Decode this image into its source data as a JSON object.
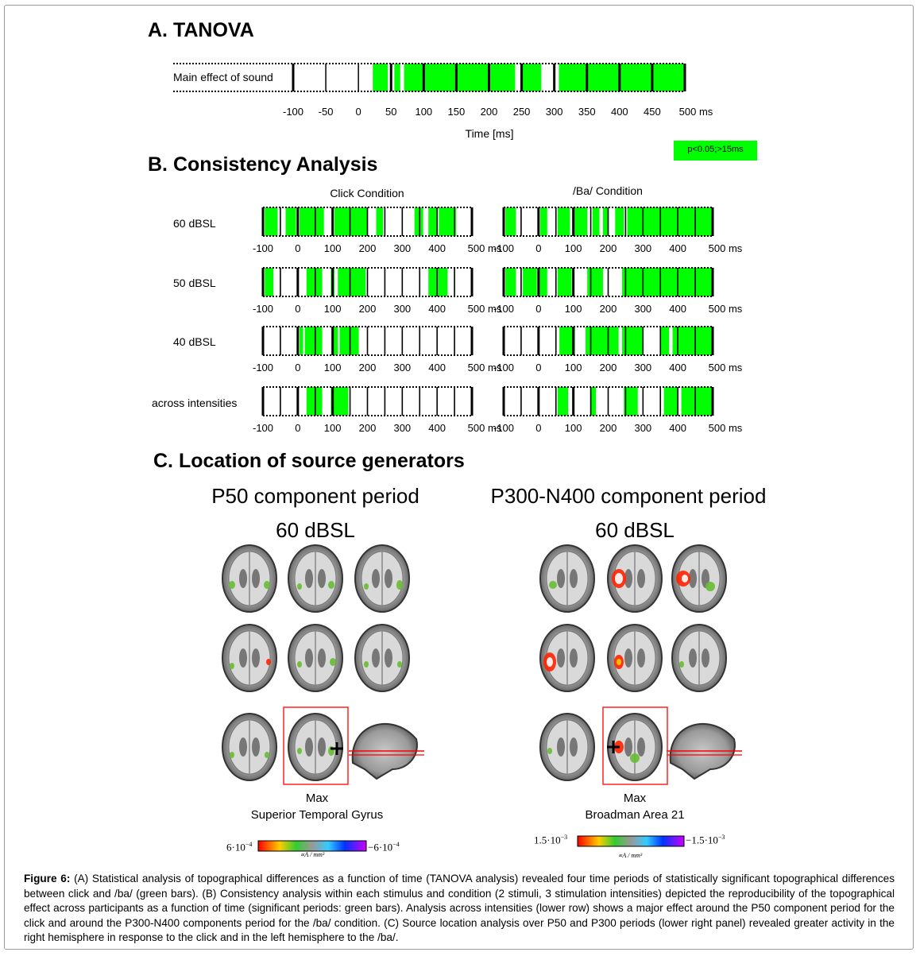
{
  "panelA": {
    "title": "A. TANOVA",
    "row_label": "Main effect of sound",
    "ticks": [
      "-100",
      "-50",
      "0",
      "50",
      "100",
      "150",
      "200",
      "250",
      "300",
      "350",
      "400",
      "450",
      "500 ms"
    ],
    "xlabel": "Time [ms]",
    "legend": "p<0.05;>15ms"
  },
  "panelB": {
    "title": "B. Consistency Analysis",
    "click_title": "Click Condition",
    "ba_title": "/Ba/ Condition",
    "rows": [
      "60 dBSL",
      "50 dBSL",
      "40 dBSL",
      "across intensities"
    ],
    "ticks": [
      "-100",
      "0",
      "100",
      "200",
      "300",
      "400",
      "500 ms"
    ]
  },
  "panelC": {
    "title": "C. Location of source generators",
    "left_title": "P50 component period",
    "left_sub": "60 dBSL",
    "right_title": "P300-N400 component period",
    "right_sub": "60 dBSL",
    "left_max": "Max",
    "left_region": "Superior Temporal Gyrus",
    "right_max": "Max",
    "right_region": "Broadman Area 21",
    "left_cbar_hi": "6·10",
    "left_cbar_lo": "−6·10",
    "left_cbar_exp": "−4",
    "right_cbar_hi": "1.5·10",
    "right_cbar_lo": "−1.5·10",
    "right_cbar_exp": "−3",
    "cbar_unit": "∝A / mm³"
  },
  "caption": {
    "label": "Figure 6:",
    "text": " (A) Statistical analysis of topographical differences as a function of time (TANOVA analysis) revealed four time periods of statistically significant topographical differences between click and /ba/ (green bars). (B) Consistency analysis within each stimulus and condition (2 stimuli, 3 stimulation intensities) depicted the reproducibility of the topographical effect across participants as a function of time (significant periods: green bars). Analysis across intensities (lower row) shows a major effect around the P50 component period for the click and around the P300-N400 components period for the /ba/ condition. (C) Source location analysis over P50 and P300 periods (lower right panel) revealed greater activity in the right hemisphere in response to the click and in the left hemisphere to the /ba/."
  },
  "chart_data": [
    {
      "type": "bar",
      "title": "A. TANOVA",
      "xlabel": "Time [ms]",
      "xlim": [
        -100,
        500
      ],
      "series": [
        {
          "name": "Main effect of sound",
          "significant_periods_ms": [
            [
              22,
              45
            ],
            [
              55,
              64
            ],
            [
              70,
              240
            ],
            [
              248,
              280
            ],
            [
              307,
              500
            ]
          ]
        }
      ]
    },
    {
      "type": "bar",
      "title": "Click Condition",
      "xlim": [
        -100,
        500
      ],
      "series": [
        {
          "name": "60 dBSL",
          "significant_periods_ms": [
            [
              -95,
              -58
            ],
            [
              -35,
              -5
            ],
            [
              5,
              75
            ],
            [
              105,
              200
            ],
            [
              225,
              245
            ],
            [
              335,
              360
            ],
            [
              375,
              400
            ],
            [
              405,
              455
            ]
          ]
        },
        {
          "name": "50 dBSL",
          "significant_periods_ms": [
            [
              -95,
              -70
            ],
            [
              25,
              70
            ],
            [
              95,
              105
            ],
            [
              115,
              195
            ],
            [
              375,
              430
            ]
          ]
        },
        {
          "name": "40 dBSL",
          "significant_periods_ms": [
            [
              5,
              15
            ],
            [
              20,
              70
            ],
            [
              100,
              115
            ],
            [
              120,
              175
            ]
          ]
        },
        {
          "name": "across intensities",
          "significant_periods_ms": [
            [
              25,
              70
            ],
            [
              95,
              145
            ]
          ]
        }
      ]
    },
    {
      "type": "bar",
      "title": "/Ba/ Condition",
      "xlim": [
        -100,
        500
      ],
      "series": [
        {
          "name": "60 dBSL",
          "significant_periods_ms": [
            [
              -95,
              -65
            ],
            [
              5,
              25
            ],
            [
              55,
              90
            ],
            [
              100,
              140
            ],
            [
              155,
              175
            ],
            [
              185,
              200
            ],
            [
              220,
              245
            ],
            [
              255,
              500
            ]
          ]
        },
        {
          "name": "50 dBSL",
          "significant_periods_ms": [
            [
              -95,
              -65
            ],
            [
              -45,
              -5
            ],
            [
              0,
              25
            ],
            [
              55,
              95
            ],
            [
              140,
              185
            ],
            [
              240,
              500
            ]
          ]
        },
        {
          "name": "40 dBSL",
          "significant_periods_ms": [
            [
              60,
              105
            ],
            [
              135,
              230
            ],
            [
              240,
              300
            ],
            [
              350,
              375
            ],
            [
              385,
              500
            ]
          ]
        },
        {
          "name": "across intensities",
          "significant_periods_ms": [
            [
              55,
              85
            ],
            [
              150,
              165
            ],
            [
              245,
              285
            ],
            [
              360,
              400
            ],
            [
              410,
              500
            ]
          ]
        }
      ]
    }
  ]
}
